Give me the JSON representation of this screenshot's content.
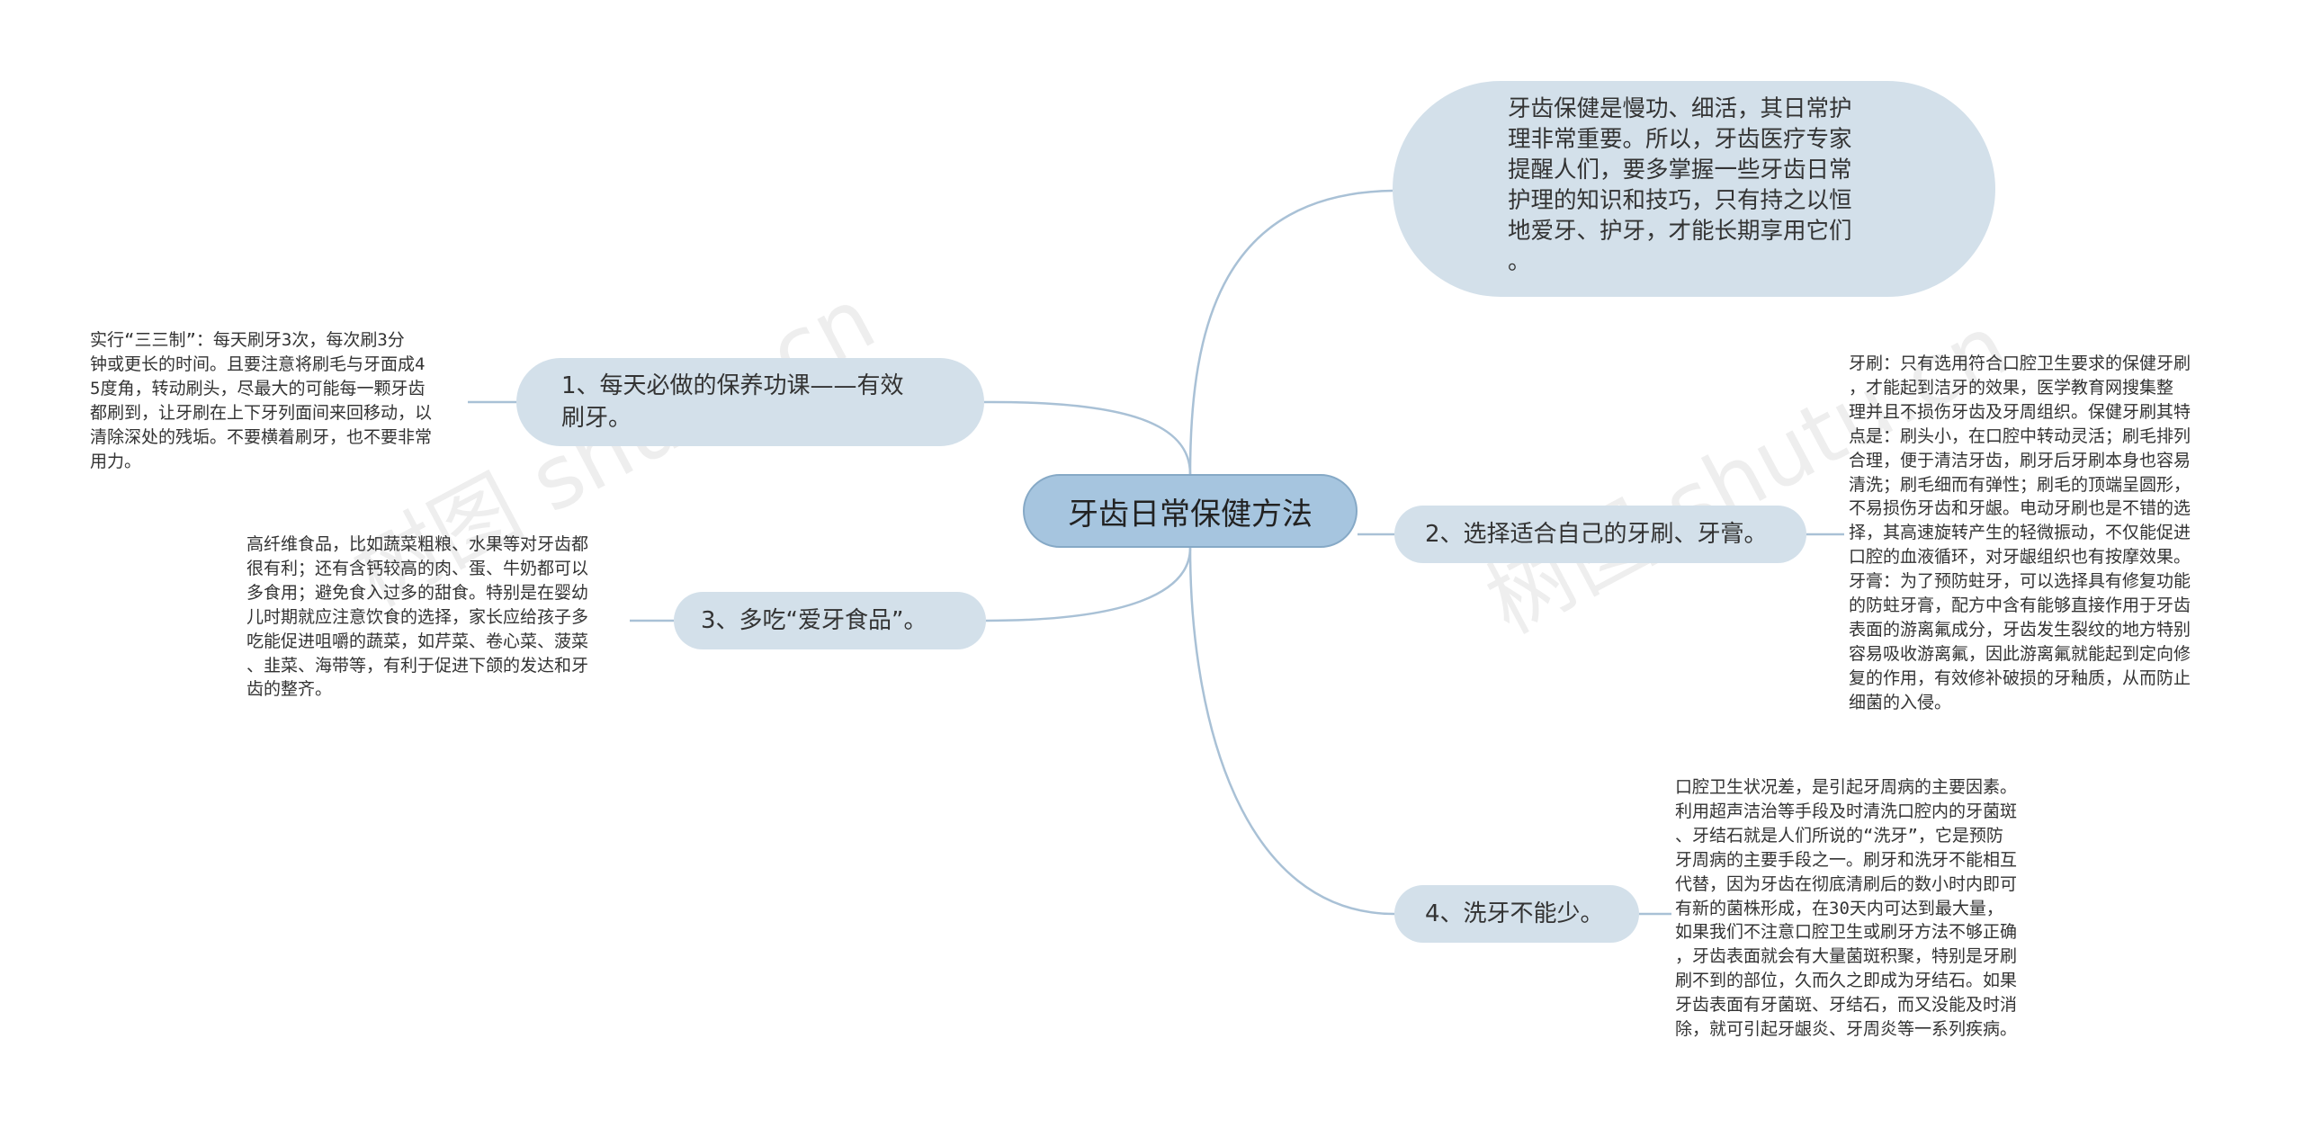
{
  "mindmap": {
    "root": "牙齿日常保健方法",
    "intro": "牙齿保健是慢功、细活，其日常护\n理非常重要。所以，牙齿医疗专家\n提醒人们，要多掌握一些牙齿日常\n护理的知识和技巧，只有持之以恒\n地爱牙、护牙，才能长期享用它们\n。",
    "branches": [
      {
        "label": "1、每天必做的保养功课——有效\n刷牙。",
        "detail": "实行“三三制”：每天刷牙3次，每次刷3分\n钟或更长的时间。且要注意将刷毛与牙面成4\n5度角，转动刷头，尽最大的可能每一颗牙齿\n都刷到，让牙刷在上下牙列面间来回移动，以\n清除深处的残垢。不要横着刷牙，也不要非常\n用力。"
      },
      {
        "label": "2、选择适合自己的牙刷、牙膏。",
        "detail": "牙刷：只有选用符合口腔卫生要求的保健牙刷\n，才能起到洁牙的效果，医学教育网搜集整\n理并且不损伤牙齿及牙周组织。保健牙刷其特\n点是：刷头小，在口腔中转动灵活；刷毛排列\n合理，便于清洁牙齿，刷牙后牙刷本身也容易\n清洗；刷毛细而有弹性；刷毛的顶端呈圆形，\n不易损伤牙齿和牙龈。电动牙刷也是不错的选\n择，其高速旋转产生的轻微振动，不仅能促进\n口腔的血液循环，对牙龈组织也有按摩效果。\n牙膏：为了预防蛀牙，可以选择具有修复功能\n的防蛀牙膏，配方中含有能够直接作用于牙齿\n表面的游离氟成分，牙齿发生裂纹的地方特别\n容易吸收游离氟，因此游离氟就能起到定向修\n复的作用，有效修补破损的牙釉质，从而防止\n细菌的入侵。"
      },
      {
        "label": "3、多吃“爱牙食品”。",
        "detail": "高纤维食品，比如蔬菜粗粮、水果等对牙齿都\n很有利；还有含钙较高的肉、蛋、牛奶都可以\n多食用；避免食入过多的甜食。特别是在婴幼\n儿时期就应注意饮食的选择，家长应给孩子多\n吃能促进咀嚼的蔬菜，如芹菜、卷心菜、菠菜\n、韭菜、海带等，有利于促进下颌的发达和牙\n齿的整齐。"
      },
      {
        "label": "4、洗牙不能少。",
        "detail": "口腔卫生状况差，是引起牙周病的主要因素。\n利用超声洁治等手段及时清洗口腔内的牙菌斑\n、牙结石就是人们所说的“洗牙”，它是预防\n牙周病的主要手段之一。刷牙和洗牙不能相互\n代替，因为牙齿在彻底清刷后的数小时内即可\n有新的菌株形成，在30天内可达到最大量，\n如果我们不注意口腔卫生或刷牙方法不够正确\n，牙齿表面就会有大量菌斑积聚，特别是牙刷\n刷不到的部位，久而久之即成为牙结石。如果\n牙齿表面有牙菌斑、牙结石，而又没能及时消\n除，就可引起牙龈炎、牙周炎等一系列疾病。"
      }
    ],
    "watermark": "树图 shutu.cn"
  },
  "colors": {
    "root_fill": "#a6c5df",
    "branch_fill": "#d3e0ea",
    "link_stroke": "#a9c1d6"
  }
}
